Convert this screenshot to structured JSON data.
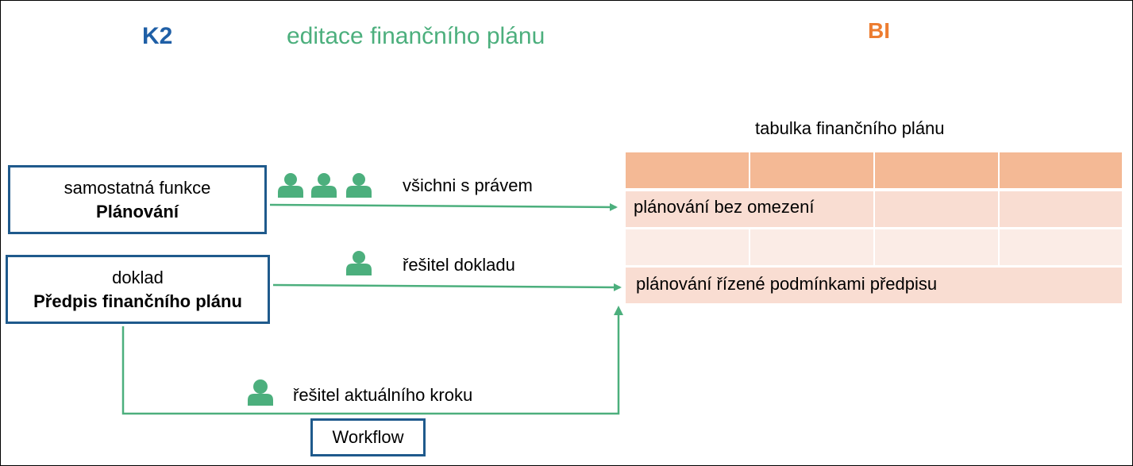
{
  "titles": {
    "k2": "K2",
    "editing": "editace finančního plánu",
    "bi": "BI"
  },
  "colors": {
    "k2_blue": "#1f5fa6",
    "green": "#4caf7d",
    "bi_orange": "#ed7d31",
    "box_border": "#1f5a8c",
    "table_header": "#f4b995",
    "table_row_dark": "#f9ddd2",
    "table_row_light": "#fbece6"
  },
  "boxes": {
    "standalone": {
      "line1": "samostatná funkce",
      "line2": "Plánování"
    },
    "document": {
      "line1": "doklad",
      "line2": "Předpis finančního plánu"
    },
    "workflow": {
      "label": "Workflow"
    }
  },
  "arrows": {
    "all_with_rights": {
      "label": "všichni s právem",
      "icon": "users-icon"
    },
    "document_solver": {
      "label": "řešitel dokladu",
      "icon": "user-icon"
    },
    "current_step_solver": {
      "label": "řešitel aktuálního kroku",
      "icon": "user-icon"
    }
  },
  "table": {
    "title": "tabulka finančního plánu",
    "rows": [
      {
        "text": ""
      },
      {
        "text": "plánování bez omezení"
      },
      {
        "text": ""
      },
      {
        "text": "plánování řízené podmínkami předpisu"
      }
    ]
  }
}
